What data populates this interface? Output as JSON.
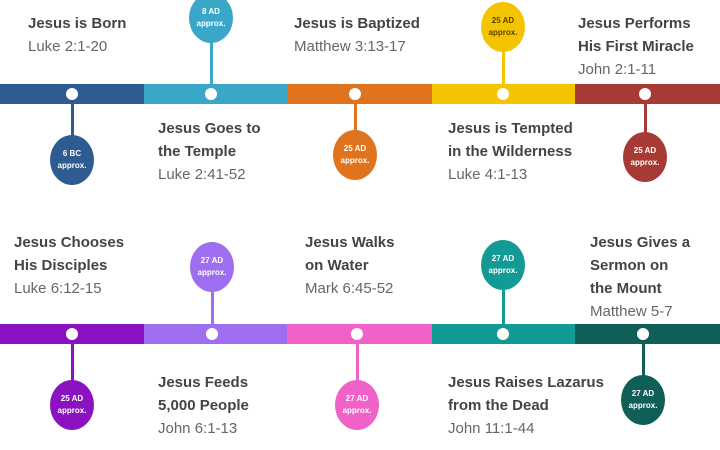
{
  "rows": [
    {
      "events": [
        {
          "title": [
            "Jesus is Born"
          ],
          "ref": "Luke 2:1-20",
          "date": "6 BC",
          "approx": "approx.",
          "color": "#2f5b93"
        },
        {
          "title": [
            "Jesus Goes to",
            "the Temple"
          ],
          "ref": "Luke 2:41-52",
          "date": "8 AD",
          "approx": "approx.",
          "color": "#3aa6c8"
        },
        {
          "title": [
            "Jesus is Baptized"
          ],
          "ref": "Matthew 3:13-17",
          "date": "25 AD",
          "approx": "approx.",
          "color": "#e0731d"
        },
        {
          "title": [
            "Jesus is Tempted",
            "in the Wilderness"
          ],
          "ref": "Luke 4:1-13",
          "date": "25 AD",
          "approx": "approx.",
          "color": "#f5c400"
        },
        {
          "title": [
            "Jesus Performs",
            "His First Miracle"
          ],
          "ref": "John 2:1-11",
          "date": "25 AD",
          "approx": "approx.",
          "color": "#a83a36"
        }
      ]
    },
    {
      "events": [
        {
          "title": [
            "Jesus Chooses",
            "His Disciples"
          ],
          "ref": "Luke 6:12-15",
          "date": "25 AD",
          "approx": "approx.",
          "color": "#8a12c0"
        },
        {
          "title": [
            "Jesus Feeds",
            "5,000 People"
          ],
          "ref": "John 6:1-13",
          "date": "27 AD",
          "approx": "approx.",
          "color": "#9d6ef0"
        },
        {
          "title": [
            "Jesus Walks",
            "on Water"
          ],
          "ref": "Mark 6:45-52",
          "date": "27 AD",
          "approx": "approx.",
          "color": "#f062c8"
        },
        {
          "title": [
            "Jesus Raises Lazarus",
            "from the Dead"
          ],
          "ref": "John 11:1-44",
          "date": "27 AD",
          "approx": "approx.",
          "color": "#139a94"
        },
        {
          "title": [
            "Jesus Gives a",
            "Sermon on",
            "the Mount"
          ],
          "ref": "Matthew 5-7",
          "date": "27 AD",
          "approx": "approx.",
          "color": "#0f5e58"
        }
      ]
    }
  ]
}
